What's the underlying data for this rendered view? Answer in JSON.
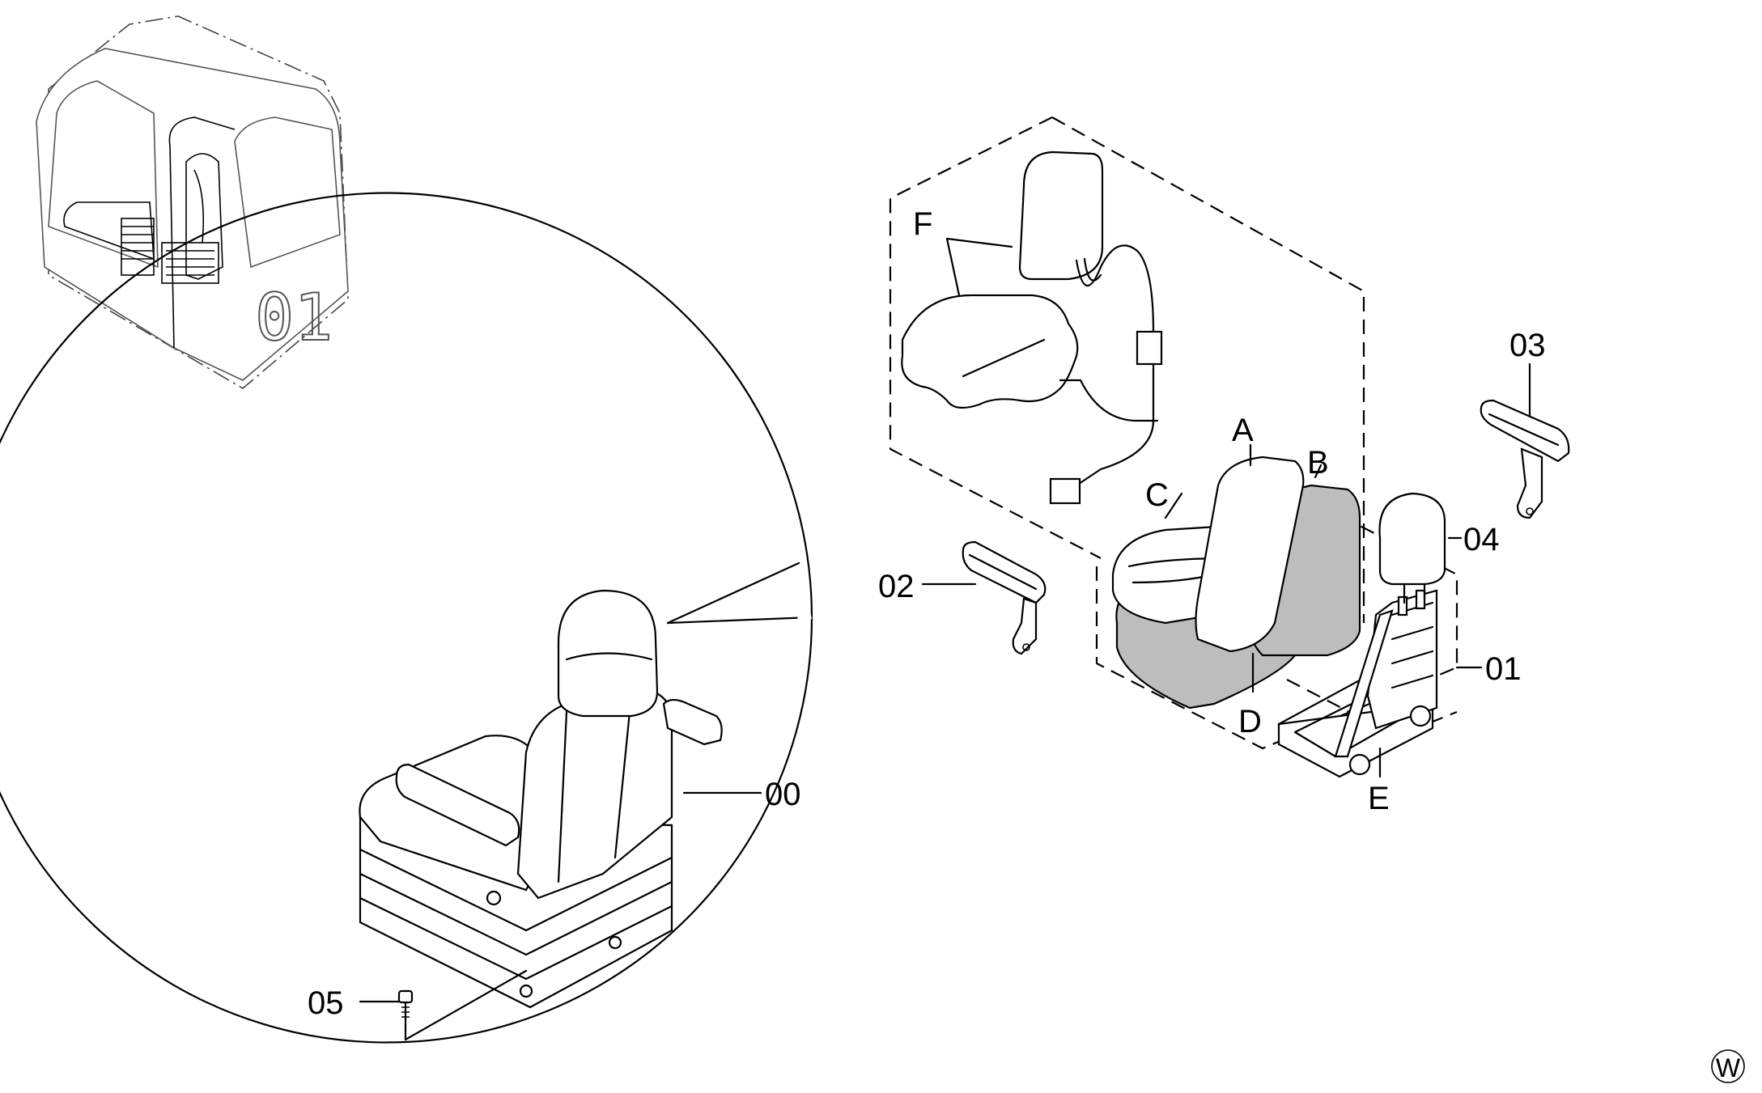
{
  "labels": {
    "cab_marker": "01",
    "part_00": "00",
    "part_01": "01",
    "part_02": "02",
    "part_03": "03",
    "part_04": "04",
    "part_05": "05",
    "part_A": "A",
    "part_B": "B",
    "part_C": "C",
    "part_D": "D",
    "part_E": "E",
    "part_F": "F",
    "corner_mark": "W"
  }
}
